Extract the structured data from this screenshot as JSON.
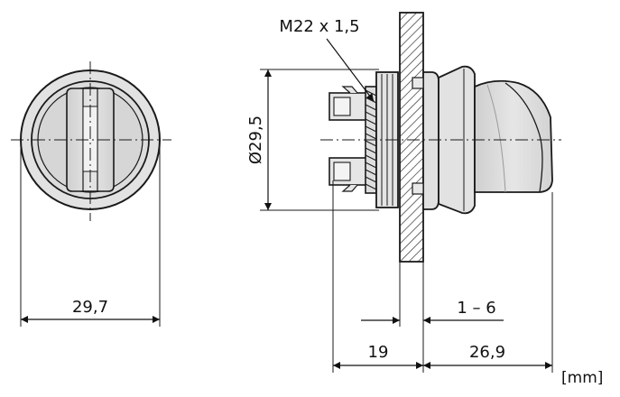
{
  "drawing": {
    "thread_label": "M22 x 1,5",
    "diameter_label": "Ø29,5",
    "front_width_label": "29,7",
    "panel_thickness_label": "1 – 6",
    "rear_depth_label": "19",
    "front_depth_label": "26,9",
    "unit_label": "[mm]"
  },
  "colors": {
    "line": "#1a1a1a",
    "body_fill": "#e4e4e4",
    "body_fill_dark": "#cfcfcf",
    "knob_fill": "#d9d9d9",
    "hatch": "#333333"
  }
}
